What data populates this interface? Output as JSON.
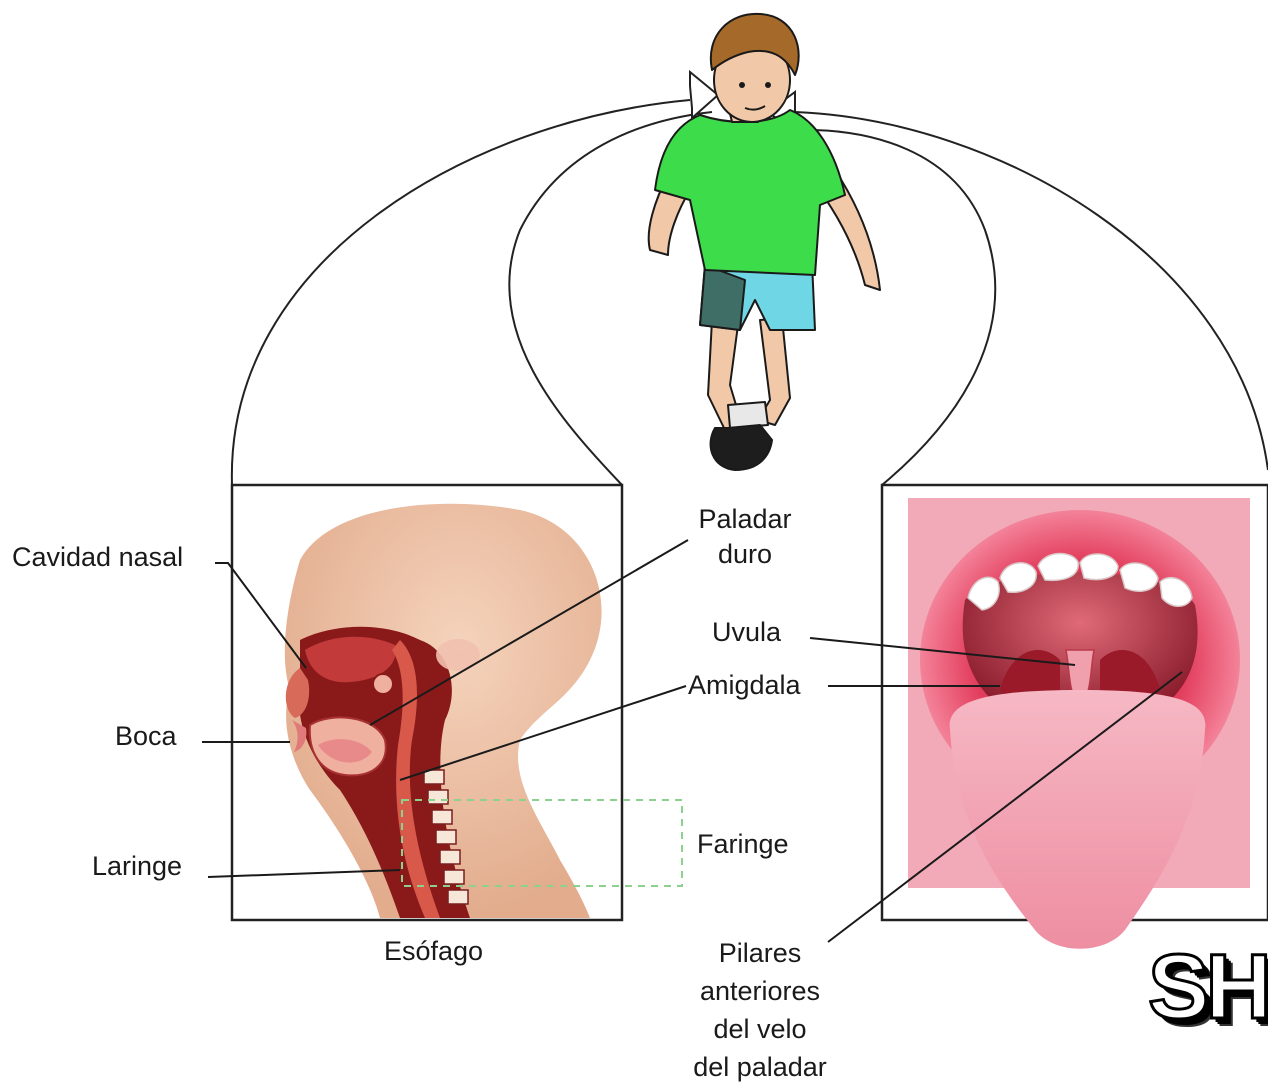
{
  "labels": {
    "cavidad_nasal": "Cavidad nasal",
    "boca": "Boca",
    "laringe": "Laringe",
    "esofago": "Esófago",
    "paladar_duro_1": "Paladar",
    "paladar_duro_2": "duro",
    "uvula": "Uvula",
    "amigdala": "Amigdala",
    "faringe": "Faringe",
    "pilares_1": "Pilares",
    "pilares_2": "anteriores",
    "pilares_3": "del velo",
    "pilares_4": "del paladar"
  },
  "watermark": "SH",
  "colors": {
    "shirt": "#3ddc4a",
    "shorts": "#6fd6e6",
    "skin": "#f2c9a8",
    "head_section": "#e9b89a",
    "tissue_dark": "#8a1a1a",
    "mouth_bg": "#f0a0b0",
    "tongue": "#f2a6b4",
    "pharynx_box": "#8ed08e"
  }
}
